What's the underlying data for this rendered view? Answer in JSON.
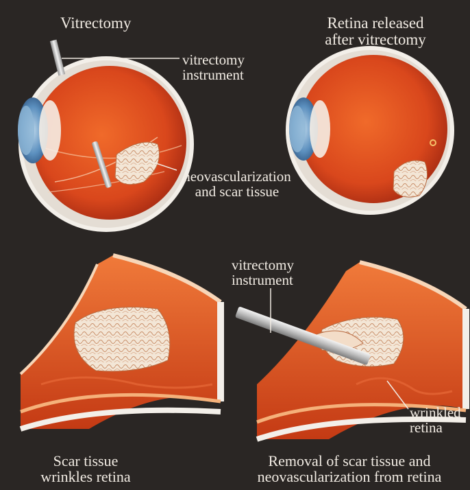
{
  "labels": {
    "title_vitrectomy": "Vitrectomy",
    "retina_released_1": "Retina released",
    "retina_released_2": "after vitrectomy",
    "instrument_top_1": "vitrectomy",
    "instrument_top_2": "instrument",
    "neovascularization_1": "neovascularization",
    "neovascularization_2": "and scar tissue",
    "instrument_bottom_1": "vitrectomy",
    "instrument_bottom_2": "instrument",
    "wrinkled_1": "wrinkled",
    "wrinkled_2": "retina"
  },
  "captions": {
    "scar_tissue_1": "Scar tissue",
    "scar_tissue_2": "wrinkles retina",
    "removal_1": "Removal of scar tissue and",
    "removal_2": "neovascularization from retina"
  },
  "colors": {
    "background": "#2a2624",
    "label_text": "#f2ece4",
    "eye_interior": "#d9471c",
    "sclera": "#f3efe9",
    "iris": "#5b8fbe",
    "scar_tissue": "#f3e6d6"
  }
}
